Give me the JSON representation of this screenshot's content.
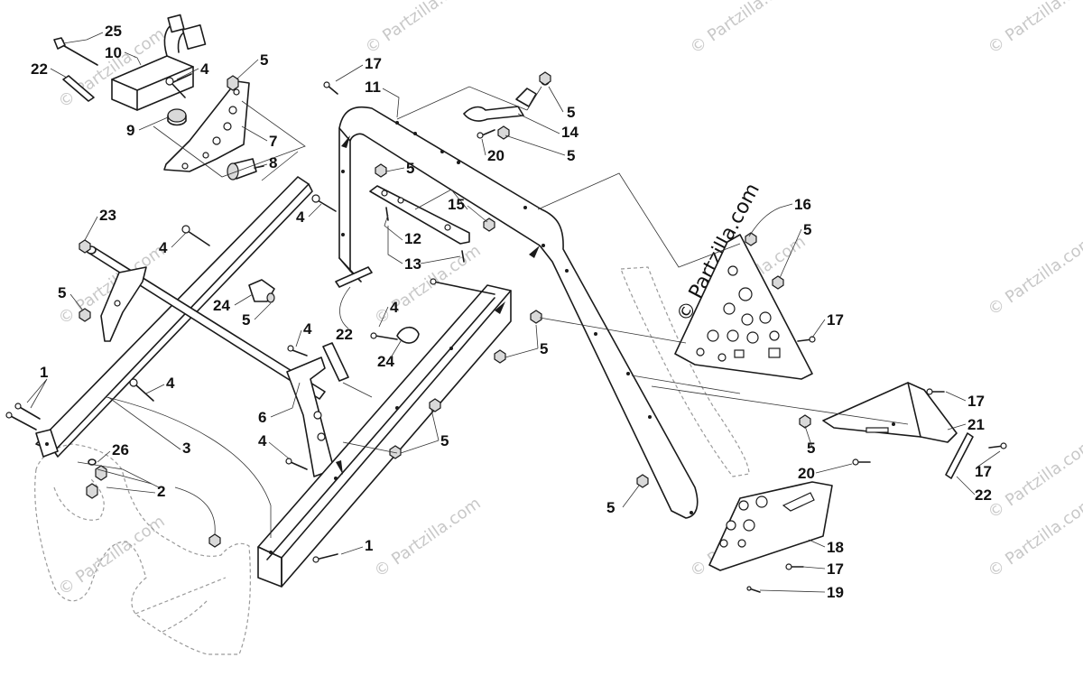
{
  "diagram": {
    "callouts": [
      {
        "id": "c25",
        "text": "25"
      },
      {
        "id": "c10",
        "text": "10"
      },
      {
        "id": "c22a",
        "text": "22"
      },
      {
        "id": "c4a",
        "text": "4"
      },
      {
        "id": "c5a",
        "text": "5"
      },
      {
        "id": "c9",
        "text": "9"
      },
      {
        "id": "c7",
        "text": "7"
      },
      {
        "id": "c8",
        "text": "8"
      },
      {
        "id": "c17a",
        "text": "17"
      },
      {
        "id": "c11",
        "text": "11"
      },
      {
        "id": "c5b",
        "text": "5"
      },
      {
        "id": "c14",
        "text": "14"
      },
      {
        "id": "c20a",
        "text": "20"
      },
      {
        "id": "c5c",
        "text": "5"
      },
      {
        "id": "c5d",
        "text": "5"
      },
      {
        "id": "c4b",
        "text": "4"
      },
      {
        "id": "c15",
        "text": "15"
      },
      {
        "id": "c12",
        "text": "12"
      },
      {
        "id": "c13",
        "text": "13"
      },
      {
        "id": "c16",
        "text": "16"
      },
      {
        "id": "c5e",
        "text": "5"
      },
      {
        "id": "c23",
        "text": "23"
      },
      {
        "id": "c4c",
        "text": "4"
      },
      {
        "id": "c5f",
        "text": "5"
      },
      {
        "id": "c24a",
        "text": "24"
      },
      {
        "id": "c5g",
        "text": "5"
      },
      {
        "id": "c4d",
        "text": "4"
      },
      {
        "id": "c22b",
        "text": "22"
      },
      {
        "id": "c4e",
        "text": "4"
      },
      {
        "id": "c24b",
        "text": "24"
      },
      {
        "id": "c5h",
        "text": "5"
      },
      {
        "id": "c17b",
        "text": "17"
      },
      {
        "id": "c1a",
        "text": "1"
      },
      {
        "id": "c4f",
        "text": "4"
      },
      {
        "id": "c6",
        "text": "6"
      },
      {
        "id": "c4g",
        "text": "4"
      },
      {
        "id": "c5i",
        "text": "5"
      },
      {
        "id": "c26",
        "text": "26"
      },
      {
        "id": "c3",
        "text": "3"
      },
      {
        "id": "c2",
        "text": "2"
      },
      {
        "id": "c1b",
        "text": "1"
      },
      {
        "id": "c17c",
        "text": "17"
      },
      {
        "id": "c21",
        "text": "21"
      },
      {
        "id": "c5j",
        "text": "5"
      },
      {
        "id": "c20b",
        "text": "20"
      },
      {
        "id": "c17d",
        "text": "17"
      },
      {
        "id": "c22c",
        "text": "22"
      },
      {
        "id": "c5k",
        "text": "5"
      },
      {
        "id": "c18",
        "text": "18"
      },
      {
        "id": "c17e",
        "text": "17"
      },
      {
        "id": "c19",
        "text": "19"
      }
    ],
    "watermarks": [
      {
        "id": "w1",
        "text": "© Partzilla.com"
      },
      {
        "id": "w2",
        "text": "© Partzilla.com"
      },
      {
        "id": "w3",
        "text": "© Partzilla.com"
      },
      {
        "id": "w4",
        "text": "© Partzilla.com"
      },
      {
        "id": "w5",
        "text": "© Partzilla.com"
      },
      {
        "id": "w6",
        "text": "© Partzilla.com"
      },
      {
        "id": "w7",
        "text": "© Partzilla.com"
      },
      {
        "id": "w8",
        "text": "© Partzilla.com"
      },
      {
        "id": "w9",
        "text": "© Partzilla.com"
      },
      {
        "id": "w10",
        "text": "© Partzilla.com"
      },
      {
        "id": "w11",
        "text": "© Partzilla.com"
      },
      {
        "id": "w12",
        "text": "© Partzilla.com"
      },
      {
        "id": "w13",
        "text": "© Partzilla.com"
      }
    ],
    "main_watermark": "© Partzilla.com",
    "colors": {
      "line": "#1a1a1a",
      "watermark": "#c8c8c8",
      "background": "#ffffff"
    }
  }
}
